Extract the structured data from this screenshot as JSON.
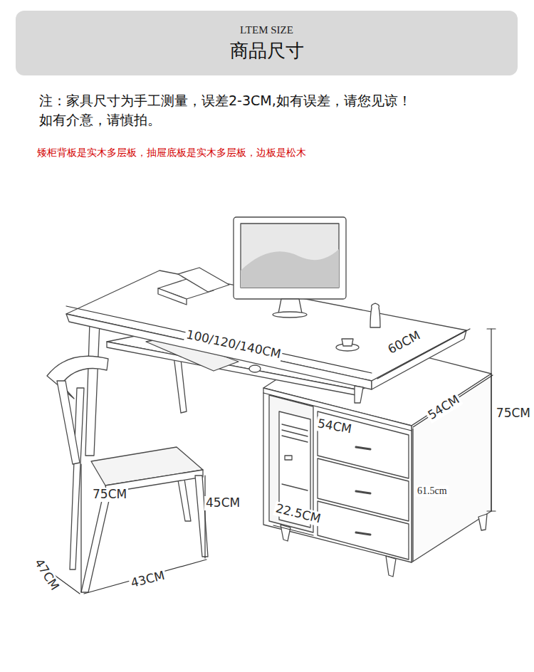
{
  "diagram": {
    "nodes": [
      {
        "text": [
          "LTEM SIZE",
          "商品尺寸"
        ]
      }
    ],
    "labels": [
      "注：家具尺寸为手工测量，误差2-3CM,如有误差，请您见谅！",
      "如有介意，请慎拍。",
      "矮柜背板是实木多层板，抽屉底板是实木多层板，边板是松木",
      "100/120/140CM",
      "60CM",
      "54CM",
      "75CM",
      "54CM",
      "61.5cm",
      "22.5CM",
      "75CM",
      "45CM",
      "47CM",
      "43CM"
    ]
  }
}
